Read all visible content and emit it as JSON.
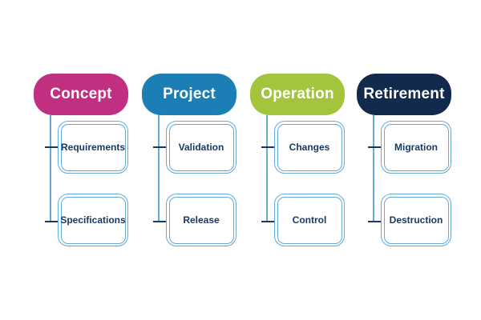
{
  "diagram": {
    "name": "lifecycle-phases-diagram",
    "line_color_light": "#63a9da",
    "line_color_dark": "#163a64",
    "child_text_color": "#163a64",
    "header_text_color": "#ffffff",
    "columns": [
      {
        "label": "Concept",
        "color": "#c02f80",
        "children": [
          "Requirements",
          "Specifications"
        ]
      },
      {
        "label": "Project",
        "color": "#1b7fb5",
        "children": [
          "Validation",
          "Release"
        ]
      },
      {
        "label": "Operation",
        "color": "#a3c53e",
        "children": [
          "Changes",
          "Control"
        ]
      },
      {
        "label": "Retirement",
        "color": "#122a4e",
        "children": [
          "Migration",
          "Destruction"
        ]
      }
    ]
  }
}
